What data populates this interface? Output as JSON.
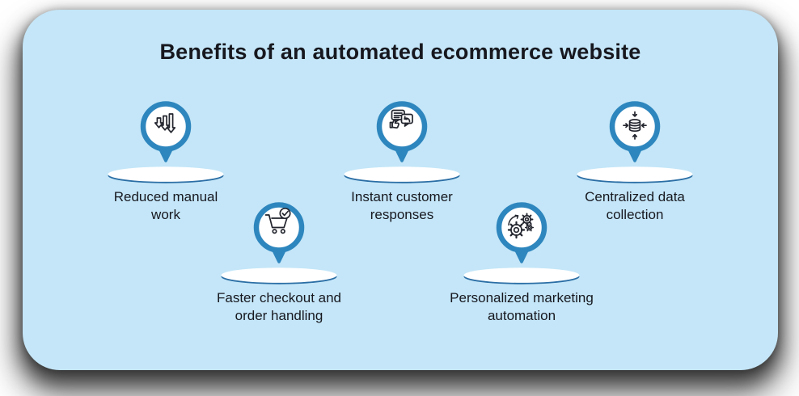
{
  "title": "Benefits of an automated ecommerce website",
  "colors": {
    "card_bg": "#c4e6f8",
    "accent": "#2e86be",
    "platform_rim": "#2b6ea5",
    "icon_ink": "#23252e",
    "text": "#17181f"
  },
  "items": [
    {
      "icon": "arrows-down-icon",
      "lines": [
        "Reduced manual",
        "work"
      ]
    },
    {
      "icon": "cart-check-icon",
      "lines": [
        "Faster checkout and",
        "order handling"
      ]
    },
    {
      "icon": "chat-bubbles-icon",
      "lines": [
        "Instant customer",
        "responses"
      ]
    },
    {
      "icon": "gears-icon",
      "lines": [
        "Personalized marketing",
        "automation"
      ]
    },
    {
      "icon": "database-arrows-icon",
      "lines": [
        "Centralized data",
        "collection"
      ]
    }
  ]
}
